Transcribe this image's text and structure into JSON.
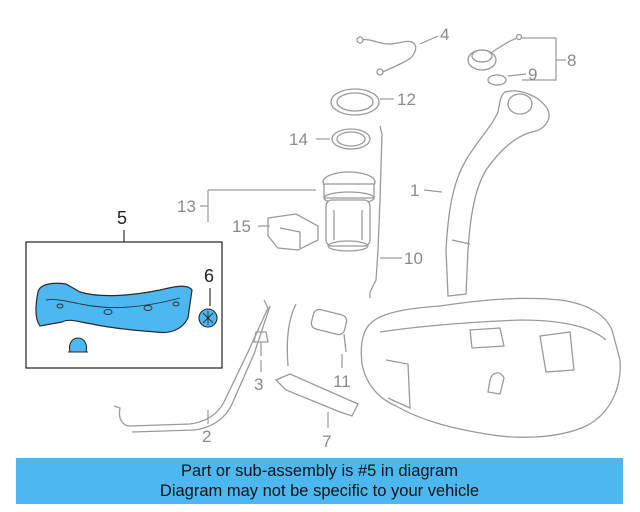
{
  "callouts": {
    "c1": "1",
    "c2": "2",
    "c3": "3",
    "c4": "4",
    "c5": "5",
    "c6": "6",
    "c7": "7",
    "c8": "8",
    "c9": "9",
    "c10": "10",
    "c11": "11",
    "c12": "12",
    "c13": "13",
    "c14": "14",
    "c15": "15"
  },
  "highlight": {
    "color": "#4db8f0",
    "part_number": "5"
  },
  "banner": {
    "line1": "Part or sub-assembly is #5 in diagram",
    "line2": "Diagram may not be specific to your vehicle"
  }
}
